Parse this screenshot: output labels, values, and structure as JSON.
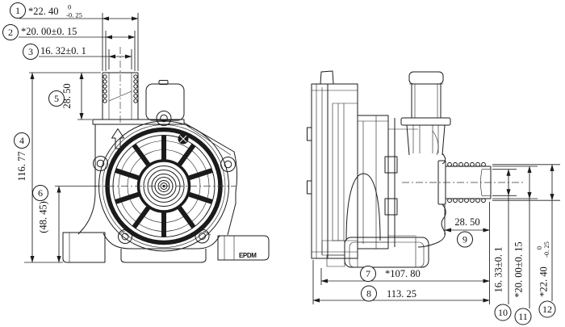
{
  "colors": {
    "line": "#1b1b1b",
    "background": "#ffffff"
  },
  "material_label": "EPDM",
  "callouts": [
    {
      "num": "1",
      "value": "*22. 40",
      "tol_top": "0",
      "tol_bottom": "-0. 25"
    },
    {
      "num": "2",
      "value": "*20. 00±0. 15"
    },
    {
      "num": "3",
      "value": "16. 32±0. 1"
    },
    {
      "num": "4",
      "value": "116. 77"
    },
    {
      "num": "5",
      "value": "28. 50"
    },
    {
      "num": "6",
      "value": "(48. 45)"
    },
    {
      "num": "7",
      "value": "*107. 80"
    },
    {
      "num": "8",
      "value": "113. 25"
    },
    {
      "num": "9",
      "value": "28. 50"
    },
    {
      "num": "10",
      "value": "16. 33±0. 1"
    },
    {
      "num": "11",
      "value": "*20. 00±0. 15"
    },
    {
      "num": "12",
      "value": "*22. 40",
      "tol_top": "0",
      "tol_bottom": "-0. 25"
    }
  ]
}
